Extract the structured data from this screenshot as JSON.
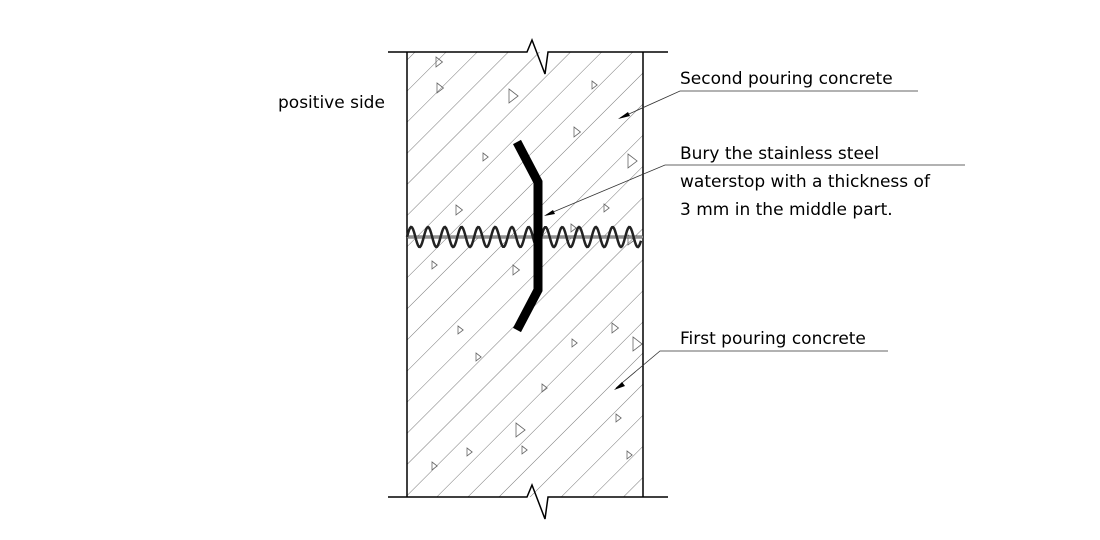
{
  "labels": {
    "positive_side": "positive side",
    "second_pour": "Second pouring concrete",
    "waterstop_lines": [
      "Bury the stainless steel",
      "waterstop with a thickness of",
      "3 mm in the middle part."
    ],
    "first_pour": "First pouring concrete"
  }
}
